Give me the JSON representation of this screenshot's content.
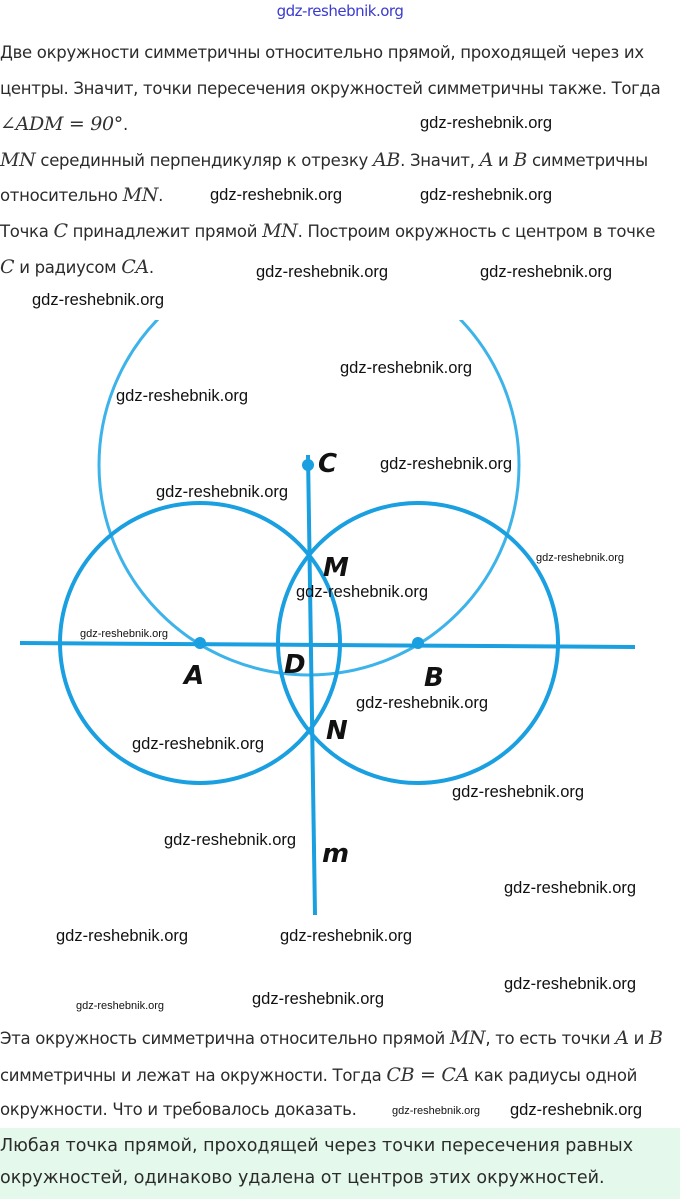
{
  "header": {
    "site": "gdz-reshebnik.org"
  },
  "text": {
    "p1_l1": "Две окружности симметричны относительно прямой, проходящей через их",
    "p1_l2": "центры. Значит, точки пересечения окружностей симметричны также. Тогда",
    "p1_l3_math": "∠ADM = 90°",
    "p1_l3_end": ".",
    "p2_m1": "MN",
    "p2_t1": " серединный перпендикуляр к отрезку ",
    "p2_m2": "AB",
    "p2_t2": ". Значит, ",
    "p2_m3": "A",
    "p2_t3": " и ",
    "p2_m4": "B",
    "p2_t4": " симметричны",
    "p2_l2_t": "относительно ",
    "p2_l2_m": "MN",
    "p2_l2_end": ".",
    "p3_t1": "Точка ",
    "p3_m1": "C",
    "p3_t2": " принадлежит прямой ",
    "p3_m2": "MN",
    "p3_t3": ". Построим окружность с центром в точке",
    "p3_l2_m1": "C",
    "p3_l2_t": " и радиусом ",
    "p3_l2_m2": "CA",
    "p3_l2_end": ".",
    "p4_t1": "Эта окружность симметрична относительно прямой ",
    "p4_m1": "MN",
    "p4_t2": ", то есть точки ",
    "p4_m2": "A",
    "p4_t3": " и ",
    "p4_m3": "B",
    "p4_l2_t1": "симметричны и лежат на окружности. Тогда ",
    "p4_l2_m": "CB = CA",
    "p4_l2_t2": " как радиусы одной",
    "p4_l3": "окружности. Что и требовалось доказать."
  },
  "conclusion": {
    "l1": "Любая точка прямой, проходящей через точки пересечения равных",
    "l2": "окружностей, одинаково удалена от центров этих окружностей."
  },
  "diagram": {
    "labels": {
      "C": "C",
      "M": "M",
      "A": "A",
      "D": "D",
      "B": "B",
      "N": "N",
      "m": "m"
    },
    "color": "#1a9fe0",
    "color_light": "#3db3ea"
  },
  "watermarks": [
    "gdz-reshebnik.org",
    "gdz-reshebnik.org",
    "gdz-reshebnik.org",
    "gdz-reshebnik.org",
    "gdz-reshebnik.org",
    "gdz-reshebnik.org",
    "gdz-reshebnik.org",
    "gdz-reshebnik.org",
    "gdz-reshebnik.org",
    "gdz-reshebnik.org",
    "gdz-reshebnik.org",
    "gdz-reshebnik.org",
    "gdz-reshebnik.org",
    "gdz-reshebnik.org",
    "gdz-reshebnik.org",
    "gdz-reshebnik.org",
    "gdz-reshebnik.org",
    "gdz-reshebnik.org",
    "gdz-reshebnik.org",
    "gdz-reshebnik.org",
    "gdz-reshebnik.org",
    "gdz-reshebnik.org",
    "gdz-reshebnik.org",
    "gdz-reshebnik.org"
  ]
}
